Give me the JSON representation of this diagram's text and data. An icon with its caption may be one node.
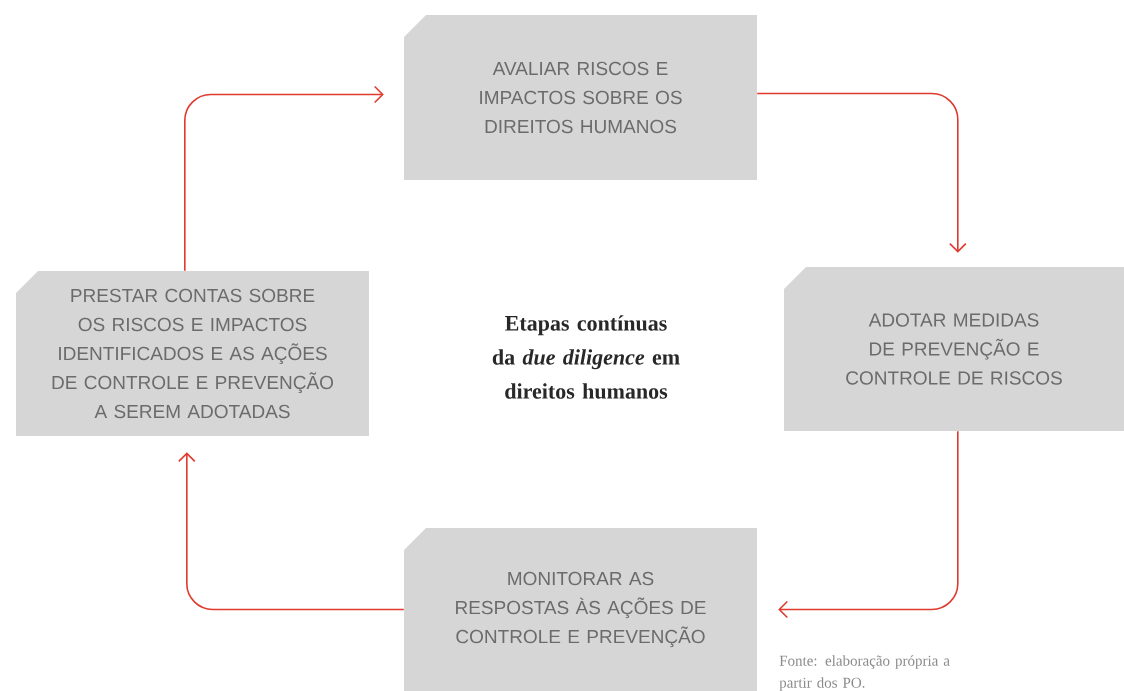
{
  "diagram": {
    "nodes": [
      {
        "text": [
          "AVALIAR RISCOS E IMPACTOS SOBRE OS DIREITOS HUMANOS"
        ]
      },
      {
        "text": [
          "ADOTAR MEDIDAS DE PREVENÇÃO E CONTROLE DE RISCOS"
        ]
      },
      {
        "text": [
          "MONITORAR AS RESPOSTAS ÀS AÇÕES DE CONTROLE E PREVENÇÃO"
        ]
      },
      {
        "text": [
          "PRESTAR CONTAS SOBRE OS RISCOS E IMPACTOS IDENTIFICADOS E AS AÇÕES DE CONTROLE E PREVENÇÃO A SEREM ADOTADAS"
        ]
      }
    ],
    "edges": [
      {
        "from": 3,
        "to": 0,
        "arrow": "to"
      },
      {
        "from": 0,
        "to": 1,
        "arrow": "to"
      },
      {
        "from": 1,
        "to": 2,
        "arrow": "to"
      },
      {
        "from": 2,
        "to": 3,
        "arrow": "to"
      }
    ],
    "labels": [
      "Etapas contínuas da *due diligence* em direitos humanos"
    ],
    "caption": "Fonte: elaboração própria a partir dos PO."
  }
}
